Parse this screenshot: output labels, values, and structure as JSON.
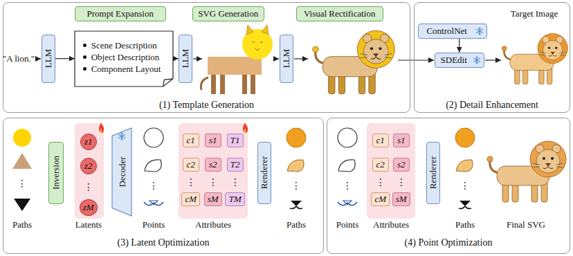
{
  "diagram": {
    "nodes": [
      {
        "text": [
          "(1) Template Generation"
        ]
      },
      {
        "text": [
          "Prompt Expansion"
        ],
        "in": 0
      },
      {
        "text": [
          "SVG Generation"
        ],
        "in": 0
      },
      {
        "text": [
          "Visual Rectification"
        ],
        "in": 0
      },
      {
        "text": [
          "LLM"
        ],
        "in": 0
      },
      {
        "text": [
          "Scene Description",
          "Object Description",
          "Component Layout"
        ],
        "in": 0
      },
      {
        "text": [
          "LLM"
        ],
        "in": 0
      },
      {
        "text": [
          "LLM"
        ],
        "in": 0
      },
      {
        "text": [
          "(2) Detail Enhancement"
        ]
      },
      {
        "text": [
          "ControlNet"
        ],
        "in": 8
      },
      {
        "text": [
          "SDEdit"
        ],
        "in": 8
      },
      {
        "text": [
          "(3) Latent Optimization"
        ]
      },
      {
        "text": [
          "Inversion"
        ],
        "in": 11
      },
      {
        "text": [
          "z1"
        ],
        "in": 11
      },
      {
        "text": [
          "z2"
        ],
        "in": 11
      },
      {
        "text": [
          "zM"
        ],
        "in": 11
      },
      {
        "text": [
          "Decoder"
        ],
        "in": 11
      },
      {
        "text": [
          "c1"
        ],
        "in": 11
      },
      {
        "text": [
          "s1"
        ],
        "in": 11
      },
      {
        "text": [
          "T1"
        ],
        "in": 11
      },
      {
        "text": [
          "c2"
        ],
        "in": 11
      },
      {
        "text": [
          "s2"
        ],
        "in": 11
      },
      {
        "text": [
          "T2"
        ],
        "in": 11
      },
      {
        "text": [
          "cM"
        ],
        "in": 11
      },
      {
        "text": [
          "sM"
        ],
        "in": 11
      },
      {
        "text": [
          "TM"
        ],
        "in": 11
      },
      {
        "text": [
          "Renderer"
        ],
        "in": 11
      },
      {
        "text": [
          "(4) Point Optimization"
        ]
      },
      {
        "text": [
          "c1"
        ],
        "in": 27
      },
      {
        "text": [
          "s1"
        ],
        "in": 27
      },
      {
        "text": [
          "c2"
        ],
        "in": 27
      },
      {
        "text": [
          "s2"
        ],
        "in": 27
      },
      {
        "text": [
          "cM"
        ],
        "in": 27
      },
      {
        "text": [
          "sM"
        ],
        "in": 27
      },
      {
        "text": [
          "Renderer"
        ],
        "in": 27
      }
    ],
    "edges": [
      {
        "from": 4,
        "to": 5,
        "arrow": "to"
      },
      {
        "from": 5,
        "to": 6,
        "arrow": "to"
      },
      {
        "from": 9,
        "to": 10,
        "arrow": "to"
      }
    ],
    "labels": [
      "\"A lion.\"",
      "Target Image",
      "⋮",
      "⋮",
      "⋮",
      "⋮",
      "⋮",
      "⋮",
      "⋮",
      "Paths",
      "Latents",
      "Points",
      "Attributes",
      "Paths",
      "⋮",
      "⋮",
      "⋮",
      "⋮",
      "Points",
      "Attributes",
      "Paths",
      "Final SVG"
    ]
  }
}
